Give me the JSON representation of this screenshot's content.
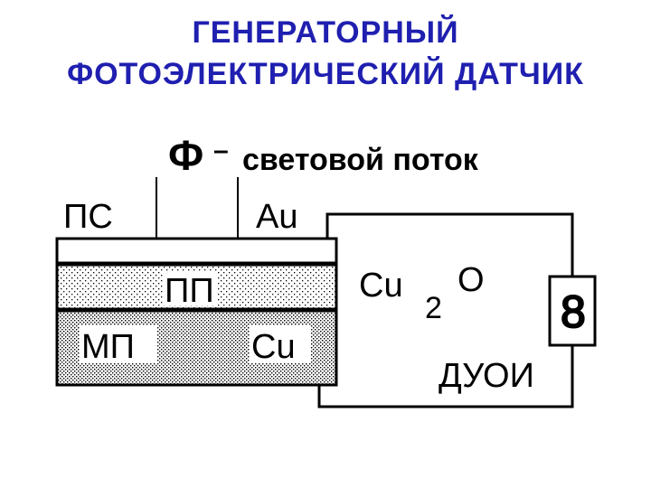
{
  "title": {
    "line1": "ГЕНЕРАТОРНЫЙ",
    "line2": "ФОТОЭЛЕКТРИЧЕСКИЙ  ДАТЧИК",
    "color": "#1f1fb0"
  },
  "diagram": {
    "flux_symbol": "Ф",
    "flux_dash": "–",
    "flux_text": "световой поток",
    "label_ps": "ПС",
    "label_au": "Au",
    "label_pp": "ПП",
    "label_mp": "МП",
    "label_cu": "Cu",
    "label_cu2o_cu": "Cu",
    "label_cu2o_sub": "2",
    "label_cu2o_o": "O",
    "label_duoi": "ДУОИ",
    "display_digit": "8"
  }
}
